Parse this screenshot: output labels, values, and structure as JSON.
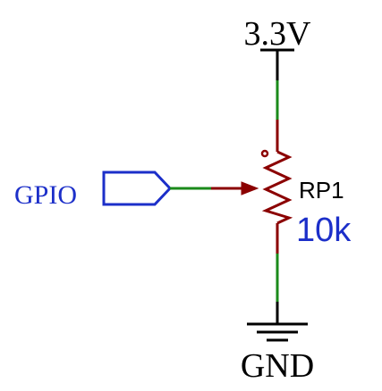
{
  "diagram": {
    "power_net_label": "3.3V",
    "ground_net_label": "GND",
    "gpio_port_label": "GPIO",
    "component": {
      "designator": "RP1",
      "value": "10k",
      "type": "potentiometer"
    }
  },
  "colors": {
    "wire_green": "#1a8a1a",
    "component_red": "#8b0000",
    "port_blue": "#1c2fc9",
    "text_black": "#000000",
    "background": "#ffffff"
  }
}
